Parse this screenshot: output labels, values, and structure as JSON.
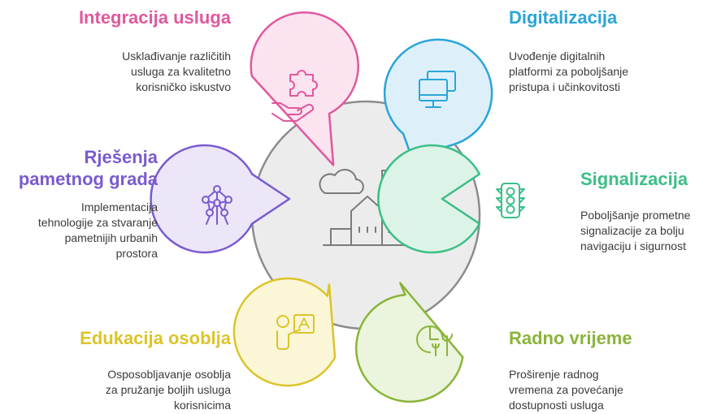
{
  "center": {
    "icon": "smart-city-buildings-icon",
    "circle_color": "#ececec",
    "outline_color": "#8c8c8c"
  },
  "items": [
    {
      "key": "integracija",
      "title": "Integracija usluga",
      "lines": [
        "Usklađivanje različitih",
        "usluga za kvalitetno",
        "korisničko iskustvo"
      ],
      "color": "#e0589e",
      "fill": "#fbe3ef",
      "icon": "puzzle-hand-icon"
    },
    {
      "key": "digitalizacija",
      "title": "Digitalizacija",
      "lines": [
        "Uvođenje digitalnih",
        "platformi za poboljšanje",
        "pristupa i učinkovitosti"
      ],
      "color": "#2aa5d8",
      "fill": "#ddf0fa",
      "icon": "monitors-icon"
    },
    {
      "key": "signalizacija",
      "title": "Signalizacija",
      "lines": [
        "Poboljšanje prometne",
        "signalizacije za bolju",
        "navigaciju i sigurnost"
      ],
      "color": "#3bbf86",
      "fill": "#dcf3e8",
      "icon": "traffic-light-icon"
    },
    {
      "key": "radno",
      "title": "Radno vrijeme",
      "lines": [
        "Proširenje radnog",
        "vremena za povećanje",
        "dostupnosti usluga"
      ],
      "color": "#8ab43a",
      "fill": "#ebf4dc",
      "icon": "clock-plants-icon"
    },
    {
      "key": "edukacija",
      "title": "Edukacija osoblja",
      "lines": [
        "Osposobljavanje osoblja",
        "za pružanje boljih usluga",
        "korisnicima"
      ],
      "color": "#dcc42a",
      "fill": "#fbf6d6",
      "icon": "teacher-board-icon"
    },
    {
      "key": "rjesenja",
      "title": "Rješenja pametnog grada",
      "title_lines": [
        "Rješenja",
        "pametnog grada"
      ],
      "lines": [
        "Implementacija",
        "tehnologije za stvaranje",
        "pametnijih urbanih",
        "prostora"
      ],
      "color": "#7a5bcf",
      "fill": "#ece6f8",
      "icon": "atomium-icon"
    }
  ]
}
